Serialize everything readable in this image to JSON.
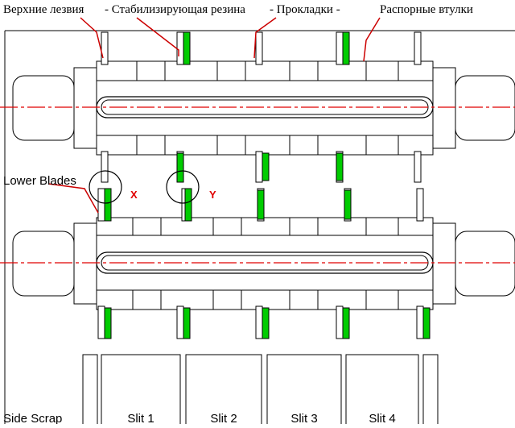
{
  "labels": {
    "upper_blades": "Верхние лезвия",
    "rubber": "- Стабилизирующая резина",
    "spacers": "- Прокладки -",
    "sleeves": "Распорные втулки",
    "lower_blades": "Lower Blades",
    "mark_x": "X",
    "mark_y": "Y"
  },
  "strips": [
    "Side Scrap",
    "Slit 1",
    "Slit 2",
    "Slit 3",
    "Slit 4"
  ],
  "colors": {
    "rubber_green": "#00cc00",
    "centerline_red": "#e00000",
    "leader_red": "#cc0000",
    "outline": "#000000"
  }
}
